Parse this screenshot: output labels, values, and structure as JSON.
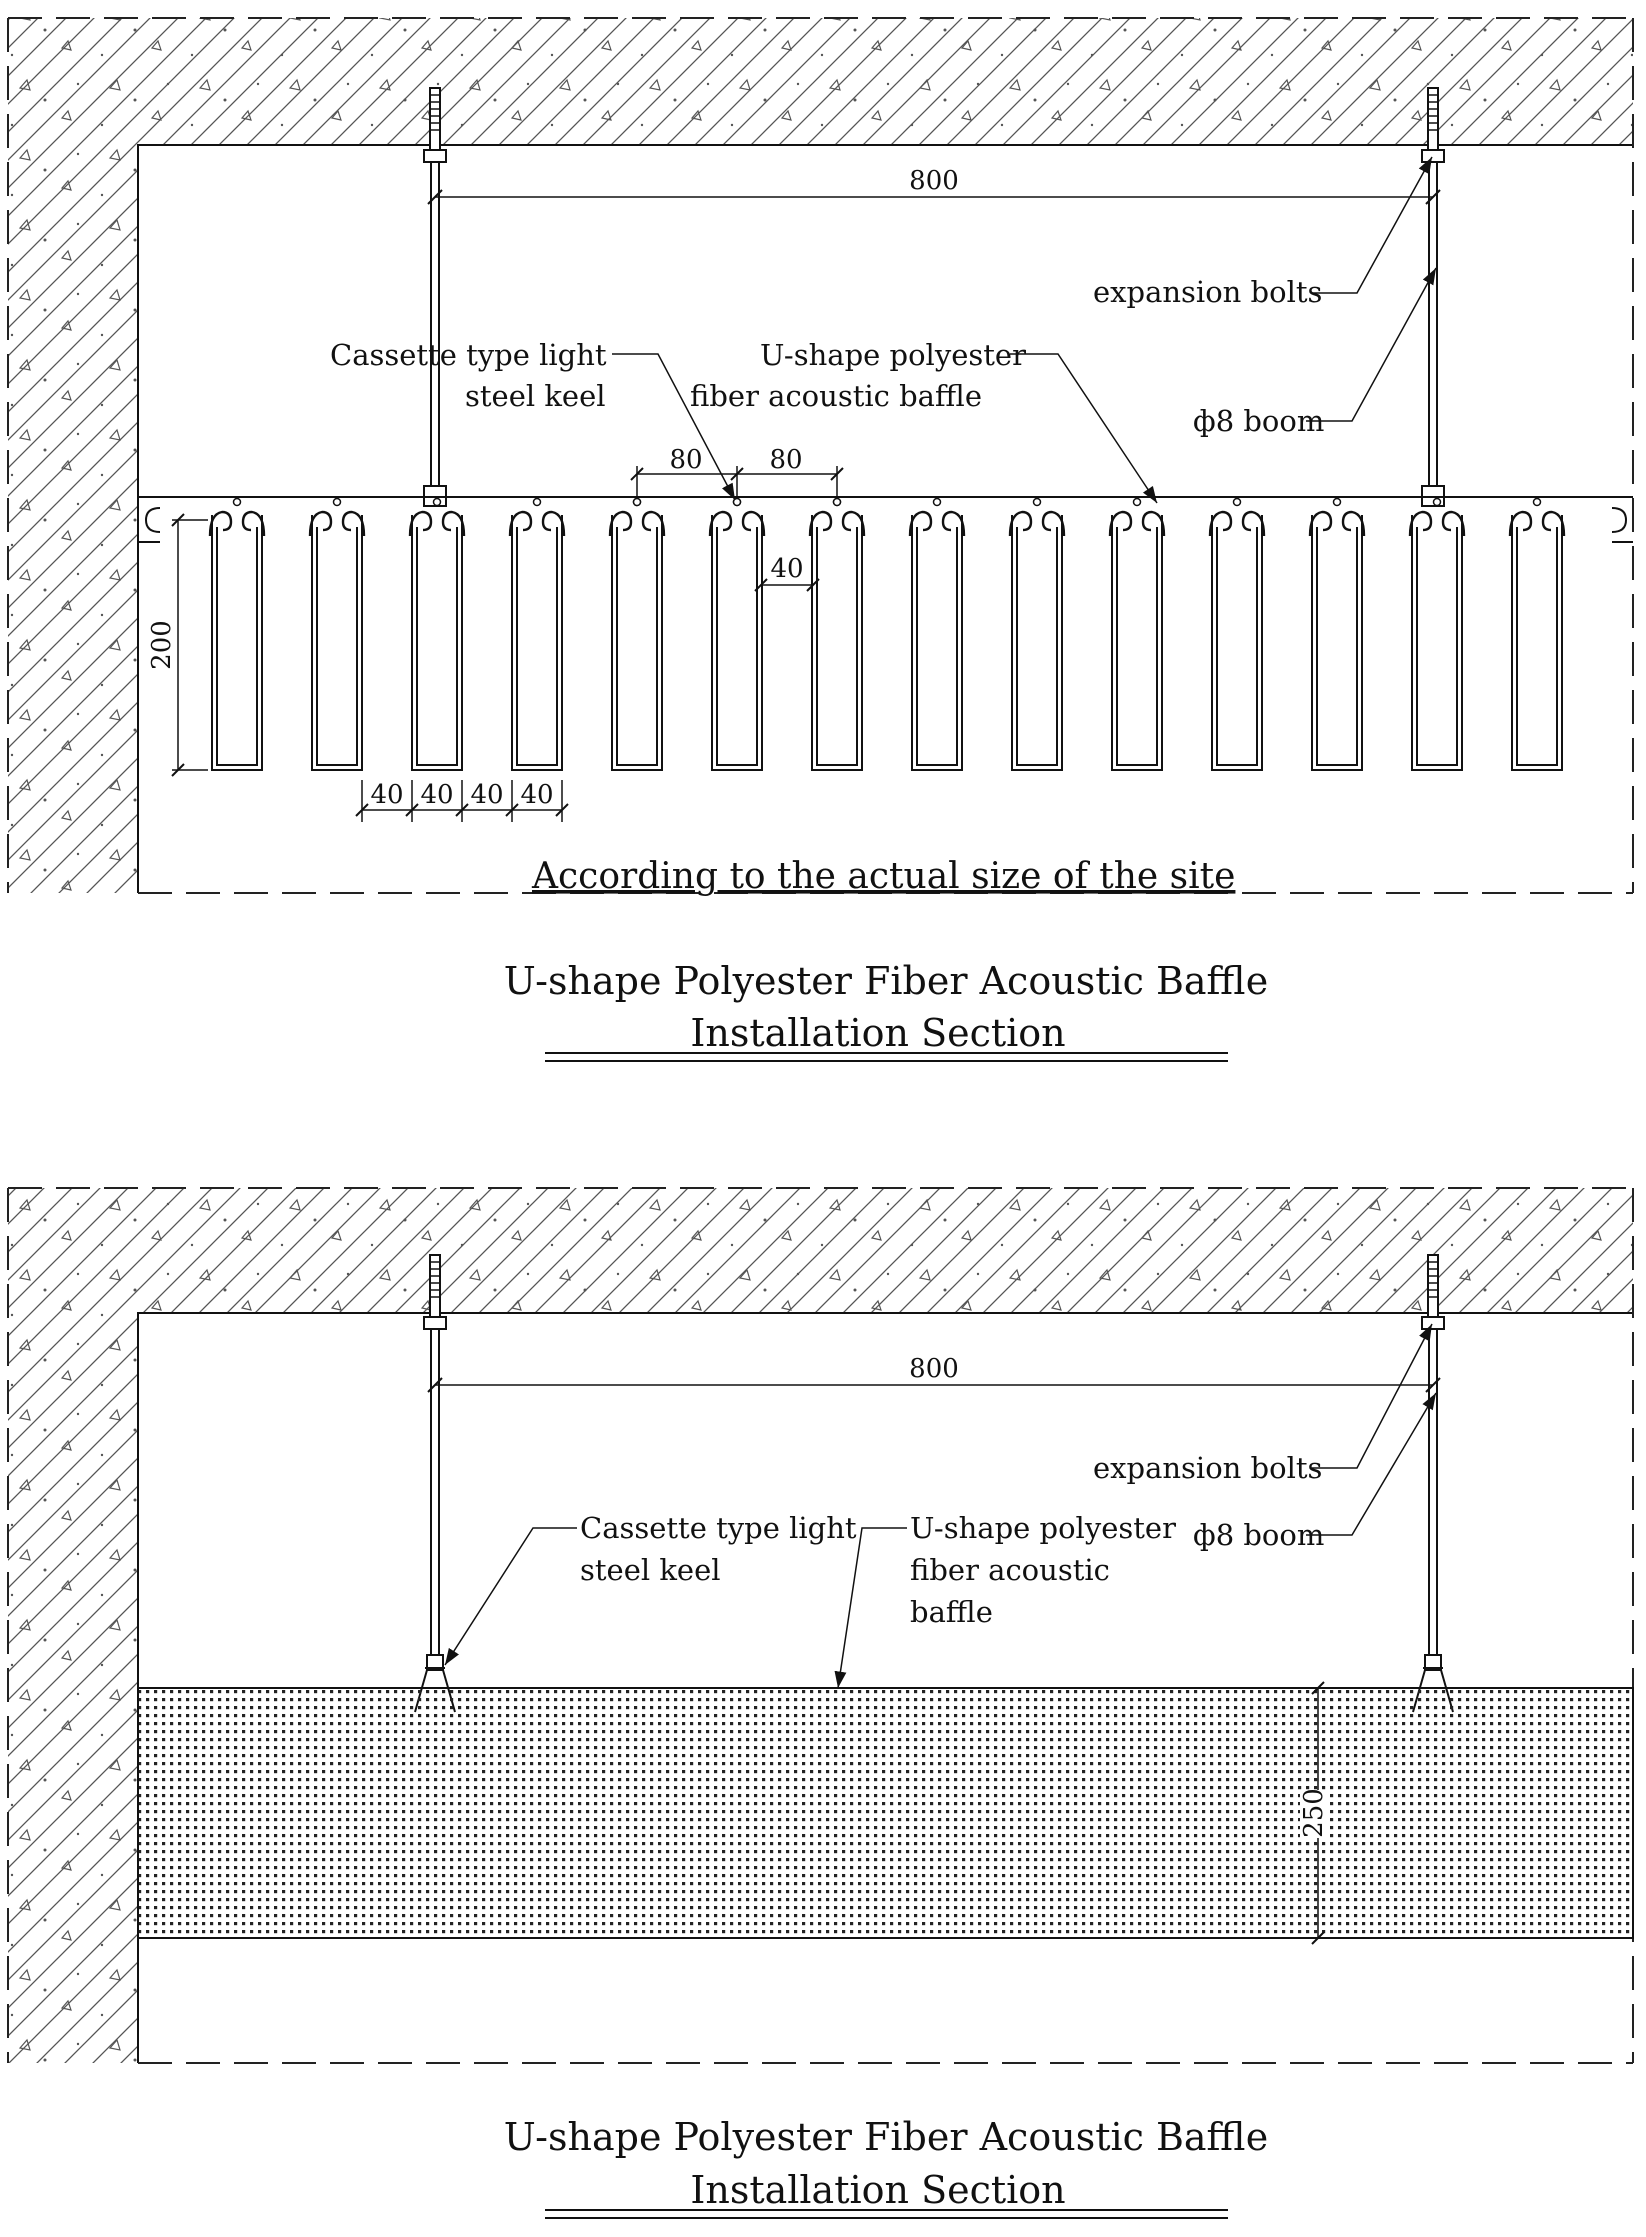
{
  "section1": {
    "labels": {
      "dim_bolt_spacing": "800",
      "expansion_bolts": "expansion bolts",
      "boom": "ф8 boom",
      "keel_line1": "Cassette type light",
      "keel_line2": "steel keel",
      "baffle_line1": "U-shape polyester",
      "baffle_line2": "fiber acoustic  baffle",
      "dim_pitch_a": "80",
      "dim_pitch_b": "80",
      "dim_gap": "40",
      "dim_height": "200",
      "dim_bottom": [
        "40",
        "40",
        "40",
        "40"
      ],
      "site_note": "According to the actual size of the site"
    },
    "title_line1": "U-shape Polyester Fiber Acoustic Baffle",
    "title_line2": "Installation Section"
  },
  "section2": {
    "labels": {
      "dim_bolt_spacing": "800",
      "expansion_bolts": "expansion bolts",
      "boom": "ф8 boom",
      "keel_line1": "Cassette type light",
      "keel_line2": "steel keel",
      "baffle_line1": "U-shape polyester",
      "baffle_line2": "fiber acoustic",
      "baffle_line3": "baffle",
      "dim_height": "250"
    },
    "title_line1": "U-shape Polyester Fiber Acoustic Baffle",
    "title_line2": "Installation Section"
  }
}
